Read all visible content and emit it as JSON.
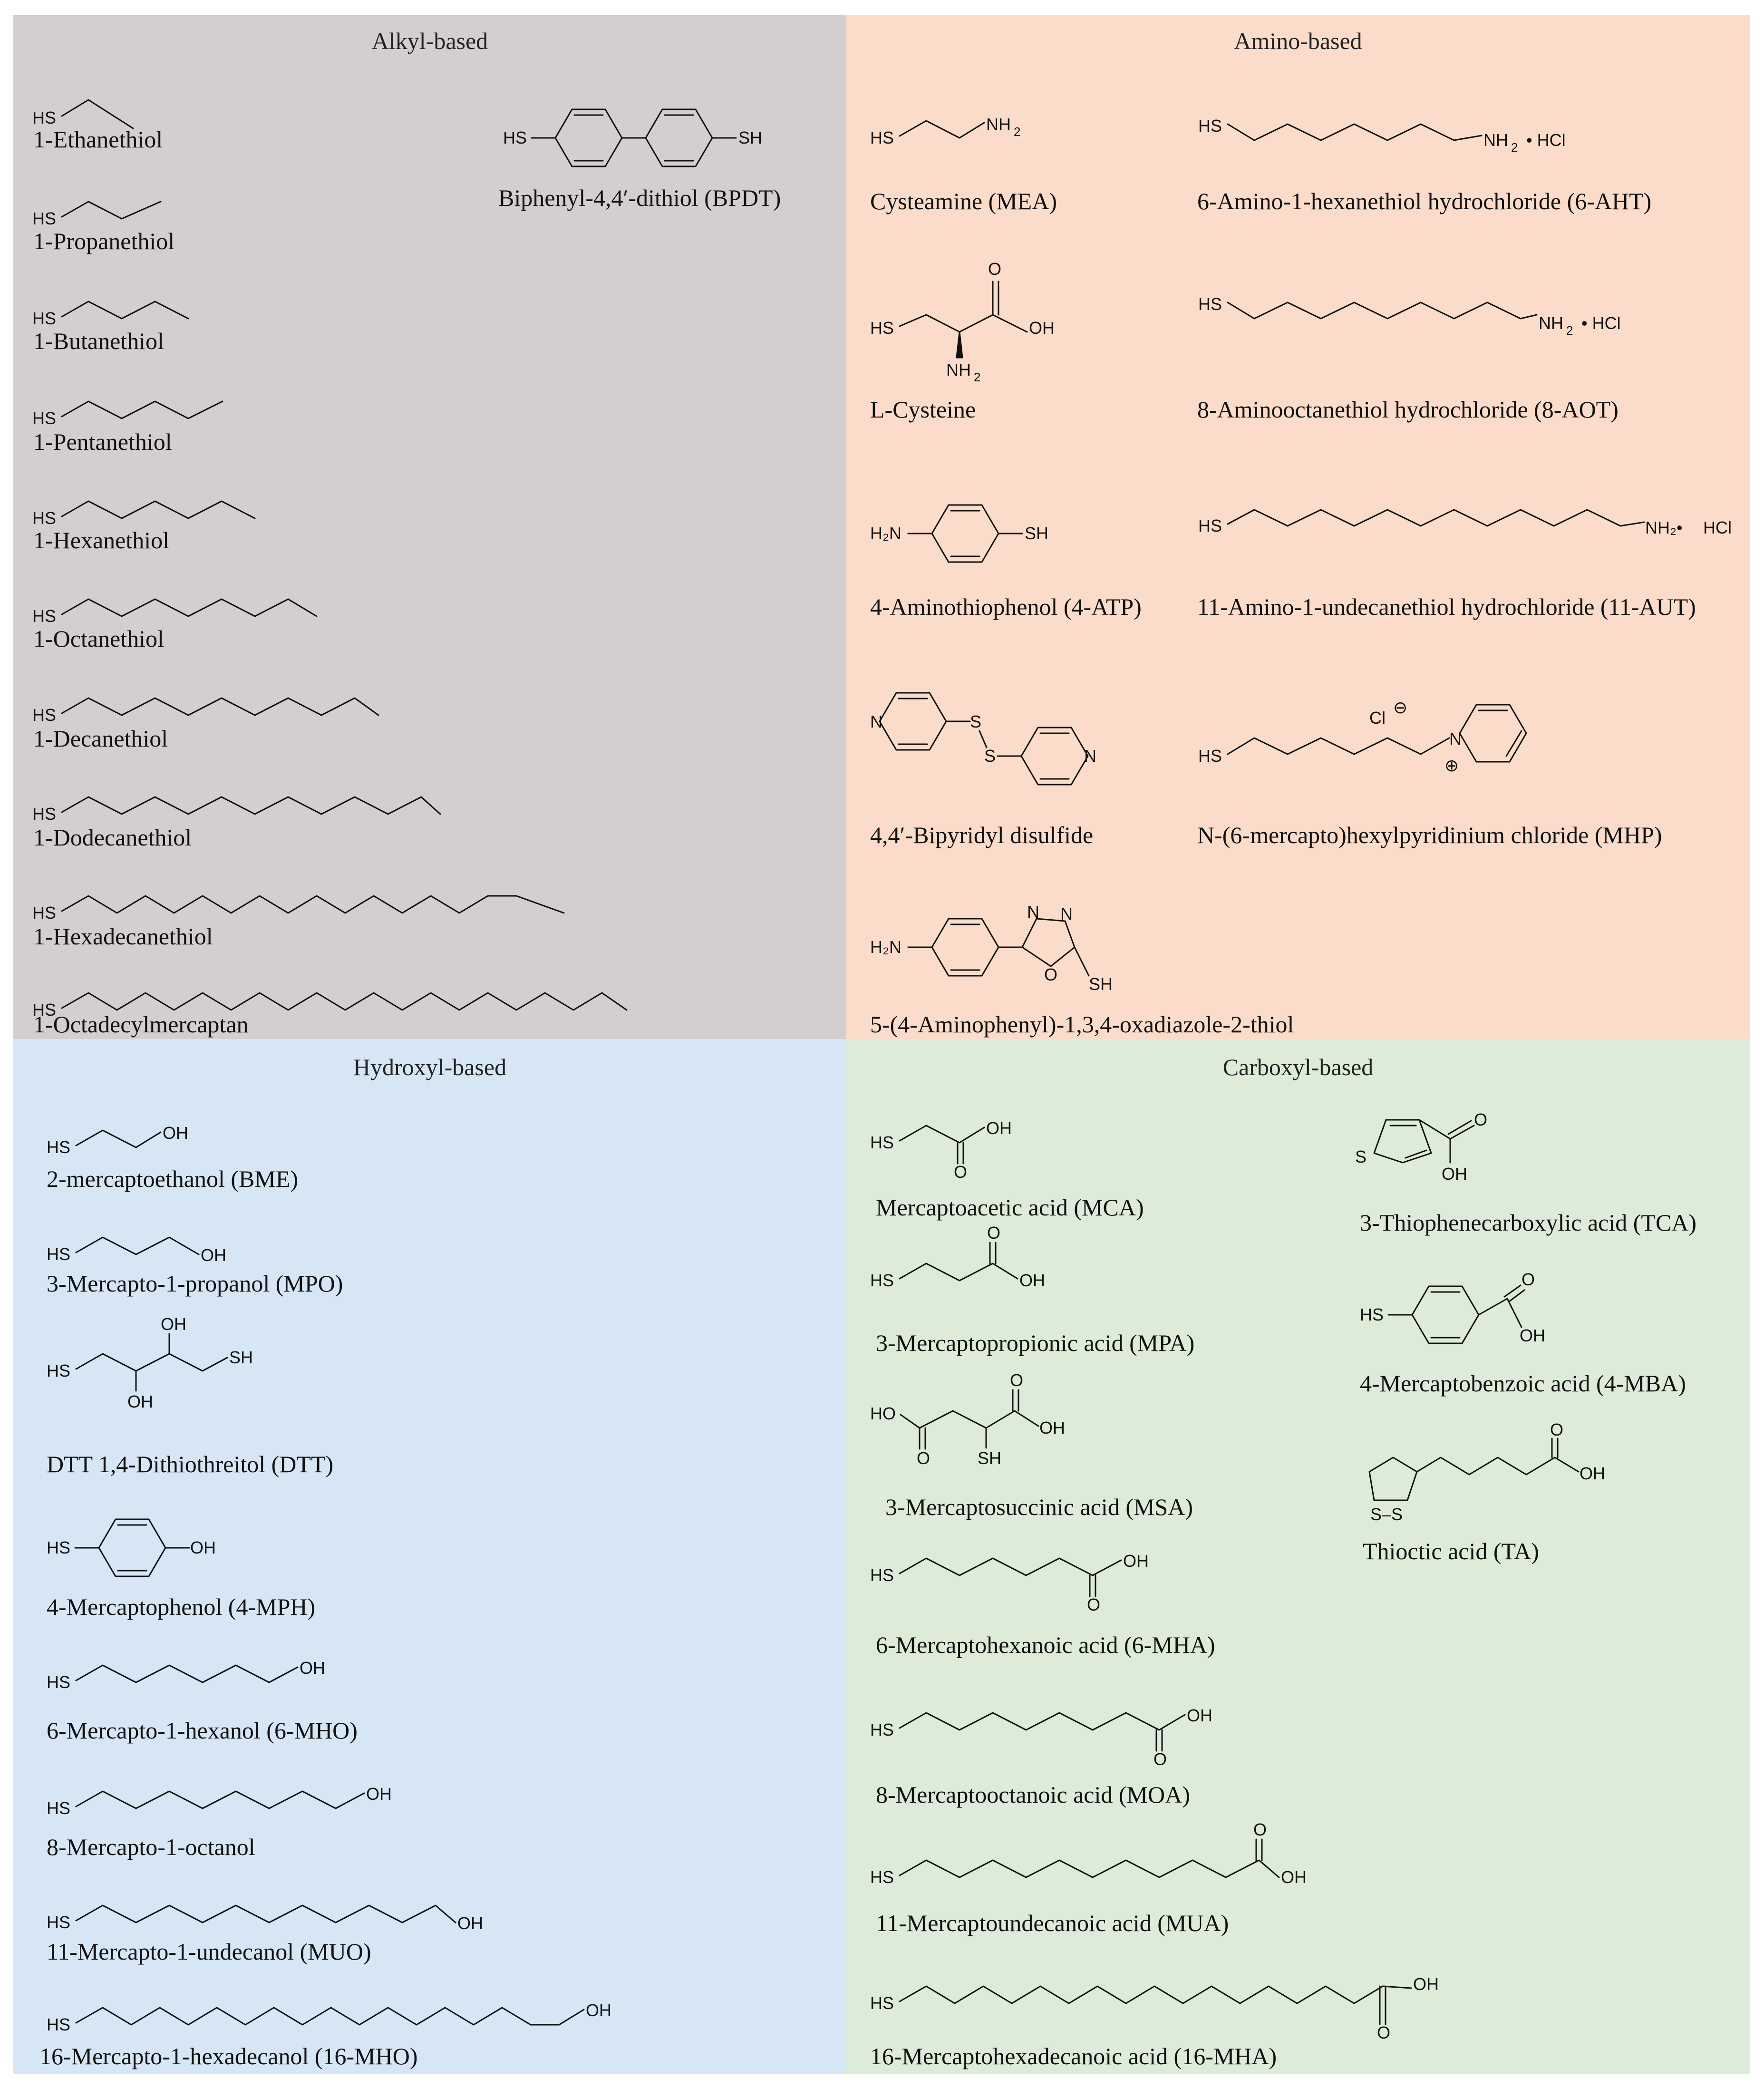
{
  "colors": {
    "alkyl_bg": "#d3cfd0",
    "amino_bg": "#fbdccb",
    "hydroxyl_bg": "#d6e6f4",
    "carboxyl_bg": "#dcecd8"
  },
  "atoms": {
    "hs": "HS",
    "sh": "SH",
    "oh": "OH",
    "o": "O",
    "n": "N",
    "s": "S",
    "s_dash": "S–S",
    "nh2": "NH",
    "h2n": "H₂N",
    "two": "2",
    "hcl_dot": "• HCl",
    "hcl": "HCl",
    "cl": "Cl",
    "minus": "⊖",
    "plus": "⊕",
    "nh2_dot": "NH₂•",
    "ho": "HO"
  },
  "alkyl": {
    "title": "Alkyl-based",
    "labels": [
      "1-Ethanethiol",
      "1-Propanethiol",
      "1-Butanethiol",
      "1-Pentanethiol",
      "1-Hexanethiol",
      "1-Octanethiol",
      "1-Decanethiol",
      "1-Dodecanethiol",
      "1-Hexadecanethiol",
      "1-Octadecylmercaptan"
    ],
    "bpdt": "Biphenyl-4,4′-dithiol (BPDT)"
  },
  "amino": {
    "title": "Amino-based",
    "mea": "Cysteamine (MEA)",
    "aht": "6-Amino-1-hexanethiol hydrochloride (6-AHT)",
    "cys": "L-Cysteine",
    "aot": "8-Aminooctanethiol hydrochloride (8-AOT)",
    "atp": "4-Aminothiophenol (4-ATP)",
    "aut": "11-Amino-1-undecanethiol hydrochloride (11-AUT)",
    "bipy": "4,4′-Bipyridyl disulfide",
    "mhp": "N-(6-mercapto)hexylpyridinium chloride (MHP)",
    "oxa": "5-(4-Aminophenyl)-1,3,4-oxadiazole-2-thiol"
  },
  "hydroxyl": {
    "title": "Hydroxyl-based",
    "bme": "2-mercaptoethanol (BME)",
    "mpo": "3-Mercapto-1-propanol (MPO)",
    "dtt": "DTT 1,4-Dithiothreitol (DTT)",
    "mph": "4-Mercaptophenol (4-MPH)",
    "mho6": "6-Mercapto-1-hexanol (6-MHO)",
    "oct": "8-Mercapto-1-octanol",
    "muo": "11-Mercapto-1-undecanol (MUO)",
    "mho16": "16-Mercapto-1-hexadecanol (16-MHO)"
  },
  "carboxyl": {
    "title": "Carboxyl-based",
    "mca": "Mercaptoacetic acid (MCA)",
    "tca": "3-Thiophenecarboxylic acid (TCA)",
    "mpa": "3-Mercaptopropionic acid (MPA)",
    "mba": "4-Mercaptobenzoic acid (4-MBA)",
    "msa": "3-Mercaptosuccinic acid (MSA)",
    "ta": "Thioctic acid (TA)",
    "mha6": "6-Mercaptohexanoic acid (6-MHA)",
    "moa": "8-Mercaptooctanoic acid (MOA)",
    "mua": "11-Mercaptoundecanoic acid (MUA)",
    "mha16": "16-Mercaptohexadecanoic acid (16-MHA)"
  }
}
